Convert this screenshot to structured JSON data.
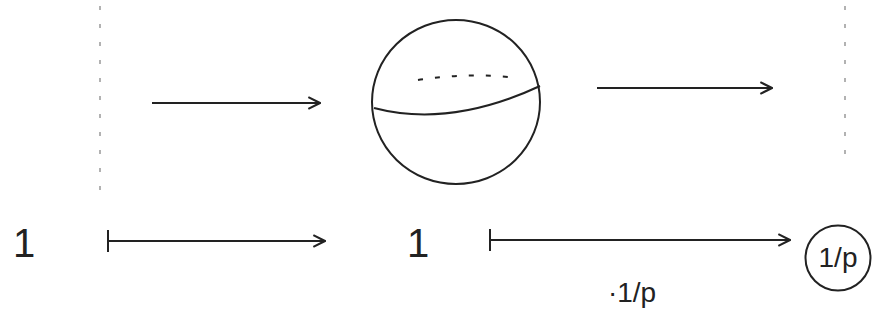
{
  "diagram": {
    "nodes": [
      {
        "text": [
          "1/p"
        ]
      }
    ],
    "labels": [
      "1",
      "1",
      "·1/p"
    ]
  }
}
